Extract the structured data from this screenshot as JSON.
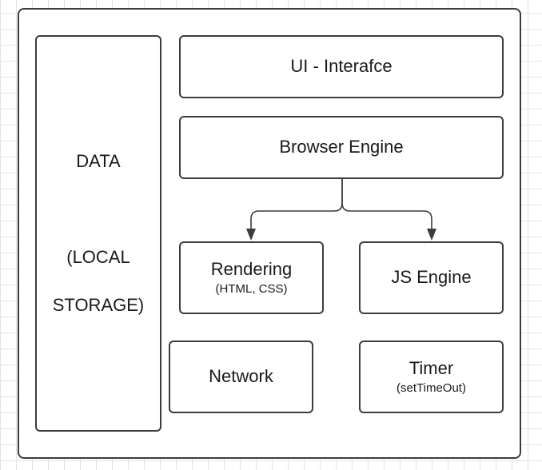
{
  "diagram": {
    "data_box": {
      "line1": "DATA",
      "line2": "(LOCAL",
      "line3": "STORAGE)"
    },
    "ui_box": {
      "label": "UI - Interafce"
    },
    "browser_engine_box": {
      "label": "Browser Engine"
    },
    "rendering_box": {
      "label": "Rendering",
      "sub": "(HTML, CSS)"
    },
    "js_engine_box": {
      "label": "JS Engine"
    },
    "network_box": {
      "label": "Network"
    },
    "timer_box": {
      "label": "Timer",
      "sub": "(setTimeOut)"
    }
  },
  "colors": {
    "stroke": "#3c3c3c",
    "grid": "#e3e3e3",
    "background": "#ffffff"
  }
}
